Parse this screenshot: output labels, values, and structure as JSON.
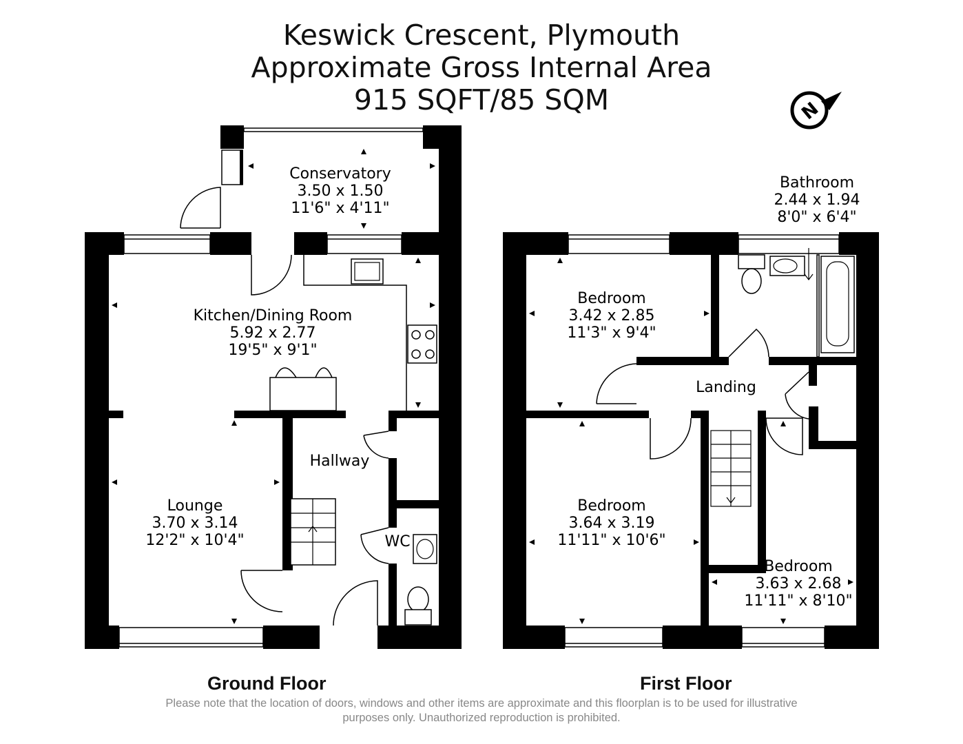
{
  "header": {
    "title_line1": "Keswick Crescent, Plymouth",
    "title_line2": "Approximate Gross Internal Area",
    "title_line3": "915 SQFT/85 SQM"
  },
  "compass": {
    "icon": "north-arrow-icon",
    "letter": "N"
  },
  "ground_floor": {
    "label": "Ground Floor",
    "rooms": [
      {
        "name": "Conservatory",
        "metric": "3.50 x 1.50",
        "imperial": "11'6\" x 4'11\""
      },
      {
        "name": "Kitchen/Dining Room",
        "metric": "5.92 x 2.77",
        "imperial": "19'5\" x 9'1\""
      },
      {
        "name": "Hallway"
      },
      {
        "name": "Lounge",
        "metric": "3.70 x 3.14",
        "imperial": "12'2\" x 10'4\""
      },
      {
        "name": "WC"
      }
    ]
  },
  "first_floor": {
    "label": "First Floor",
    "rooms": [
      {
        "name": "Bathroom",
        "metric": "2.44 x 1.94",
        "imperial": "8'0\" x 6'4\""
      },
      {
        "name": "Bedroom",
        "metric": "3.42 x 2.85",
        "imperial": "11'3\" x 9'4\""
      },
      {
        "name": "Landing"
      },
      {
        "name": "Bedroom",
        "metric": "3.64 x 3.19",
        "imperial": "11'11\" x 10'6\""
      },
      {
        "name": "Bedroom",
        "metric": "3.63 x 2.68",
        "imperial": "11'11\" x 8'10\""
      }
    ]
  },
  "disclaimer": {
    "line1": "Please note that the location of doors, windows and other items are approximate and this floorplan is to be used for illustrative",
    "line2": "purposes only. Unauthorized reproduction is prohibited."
  },
  "colors": {
    "wall": "#000000",
    "text": "#111111",
    "disclaimer": "#888888"
  }
}
